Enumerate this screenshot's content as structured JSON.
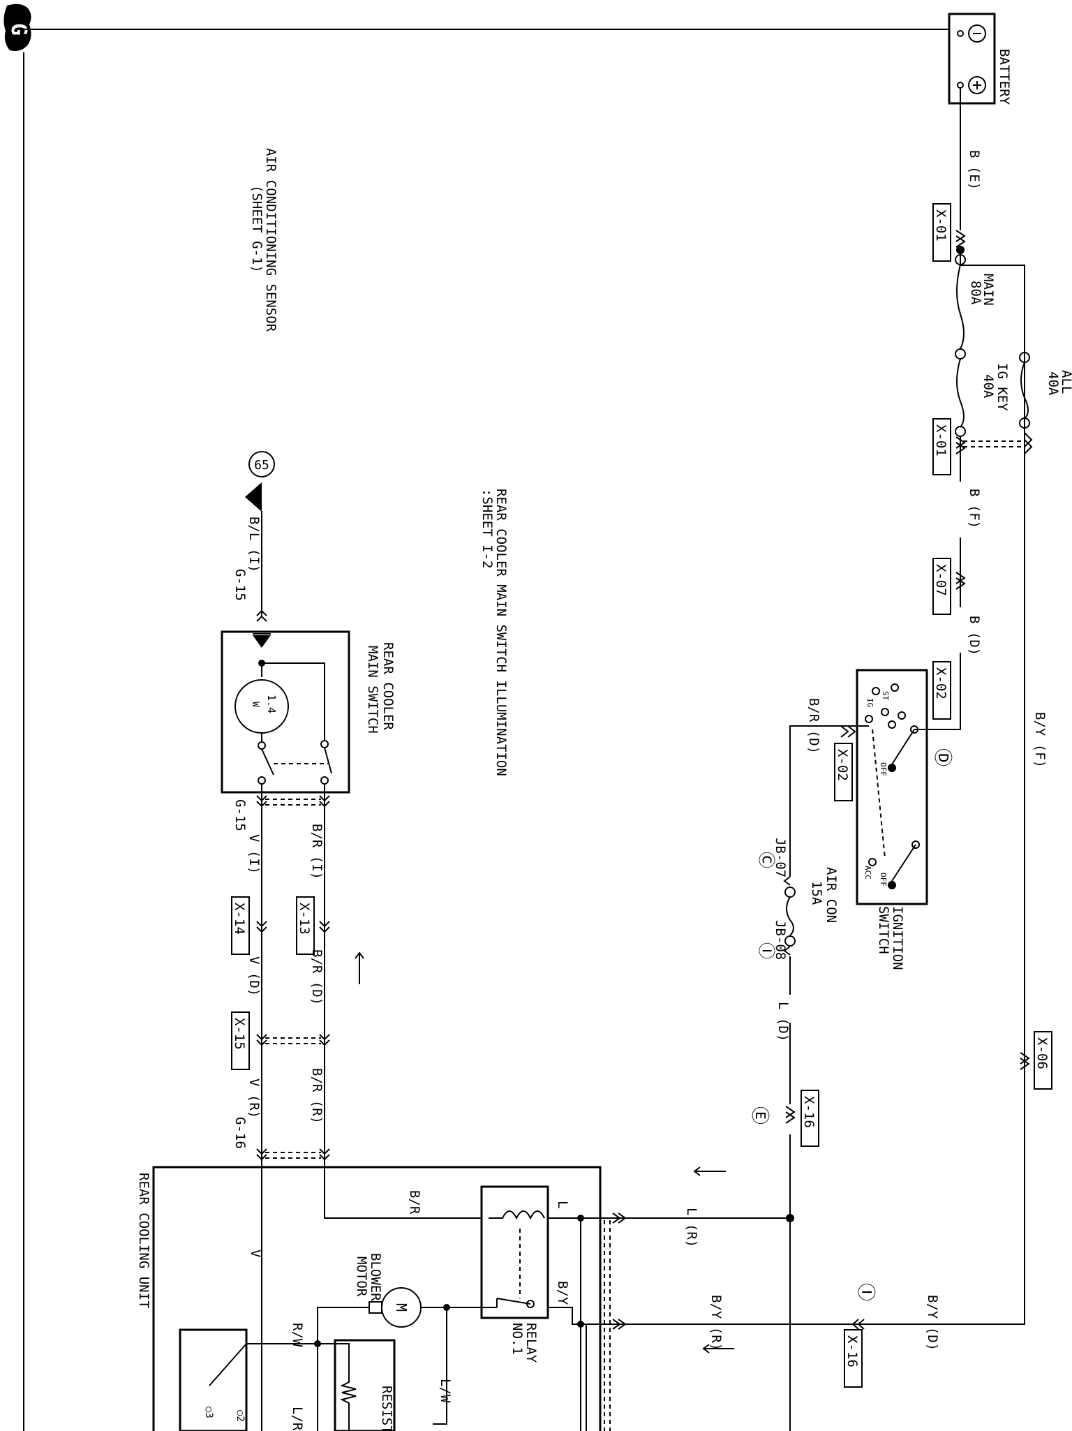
{
  "connector_ref": "G",
  "components": {
    "battery": "BATTERY",
    "battery_neg": "⊖",
    "battery_pos": "⊕",
    "main_fuse": [
      "MAIN",
      "80A"
    ],
    "ig_key_fuse": [
      "IG KEY",
      "40A"
    ],
    "all_fuse": [
      "ALL",
      "40A"
    ],
    "ignition_switch": [
      "IGNITION",
      "SWITCH"
    ],
    "ign_positions": [
      "ST",
      "IG",
      "OFF",
      "ACC",
      "OFF"
    ],
    "air_con_fuse": [
      "AIR CON",
      "15A"
    ],
    "jb07": "JB-07",
    "jb08": "JB-08",
    "rear_cooler_main_switch": [
      "REAR COOLER",
      "MAIN SWITCH"
    ],
    "bulb": [
      "1.4",
      "W"
    ],
    "illumination_note": [
      "REAR COOLER MAIN SWITCH ILLUMINATION",
      ":SHEET I-2"
    ],
    "ac_sensor": [
      "AIR CONDITIONING SENSOR",
      "(SHEET G-1)"
    ],
    "ac_sensor_num": "65",
    "blower_motor": [
      "BLOWER",
      "MOTOR"
    ],
    "motor_symbol": "M",
    "relay": [
      "RELAY",
      "NO.1"
    ],
    "resistor": "RESIST",
    "rear_cooling_unit": "REAR COOLING UNIT",
    "sw_contacts": [
      "○3",
      "○2"
    ]
  },
  "connectors": {
    "x01a": "X-01",
    "x01b": "X-01",
    "x07": "X-07",
    "x02a": "X-02",
    "x02b": "X-02",
    "x06": "X-06",
    "x16a": "X-16",
    "x16b": "X-16",
    "x13": "X-13",
    "x14": "X-14",
    "x15": "X-15",
    "g15a": "G-15",
    "g15b": "G-15",
    "g16": "G-16"
  },
  "wires": {
    "be": "B (E)",
    "bf": "B (F)",
    "bd": "B (D)",
    "byf": "B/Y (F)",
    "byd": "B/Y\n(D)",
    "brd_top": "B/R\n(D)",
    "ld": "L (D)",
    "lr": "L\n(R)",
    "byr": "B/Y\n(R)",
    "bli": "B/L (I)",
    "vi": "V (I)",
    "vd": "V (D)",
    "vr": "V (R)",
    "bri": "B/R (I)",
    "brd": "B/R (D)",
    "brr": "B/R (R)",
    "br": "B/R",
    "v": "V",
    "l": "L",
    "by": "B/Y",
    "rw": "R/W",
    "lw": "L/W",
    "lr2": "L/R"
  },
  "markers": [
    "Ⓓ",
    "Ⓒ",
    "Ⓘ",
    "Ⓔ",
    "Ⓘ"
  ],
  "colors": {
    "line": "#000000",
    "background": "#ffffff"
  }
}
